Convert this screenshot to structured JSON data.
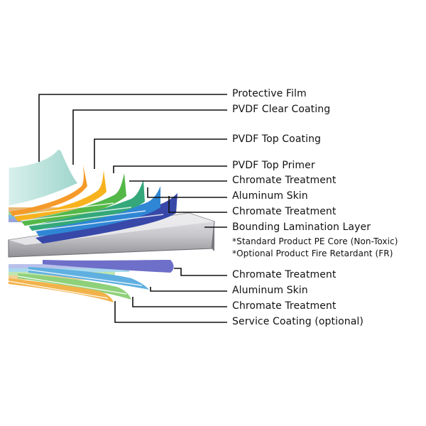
{
  "labels": {
    "protective_film": "Protective Film",
    "pvdf_clear_coating": "PVDF Clear Coating",
    "pvdf_top_coating": "PVDF Top Coating",
    "pvdf_top_primer": "PVDF Top Primer",
    "chromate_treatment_1": "Chromate Treatment",
    "aluminum_skin_1": "Aluminum Skin",
    "chromate_treatment_2": "Chromate Treatment",
    "bounding_lamination_layer": "Bounding Lamination Layer",
    "standard_core": "*Standard Product PE Core (Non-Toxic)",
    "optional_core": "*Optional Product Fire Retardant (FR)",
    "chromate_treatment_3": "Chromate Treatment",
    "aluminum_skin_2": "Aluminum Skin",
    "chromate_treatment_4": "Chromate Treatment",
    "service_coating": "Service Coating (optional)"
  },
  "colors": {
    "protective_film": "#bfe6e0",
    "pvdf_clear_coating": "#f59a2a",
    "pvdf_top_coating": "#f7b21e",
    "pvdf_top_primer": "#54b848",
    "chromate_top": "#34a87a",
    "aluminum_skin_top": "#2f86d4",
    "chromate_top_2": "#3848a8",
    "core": "#c8c8cc",
    "chromate_bottom": "#6d6fc8",
    "aluminum_skin_bottom": "#5fb0e0",
    "chromate_bottom_2": "#8fd07a",
    "service_coating": "#f2b24a",
    "leader_line": "#111111"
  }
}
